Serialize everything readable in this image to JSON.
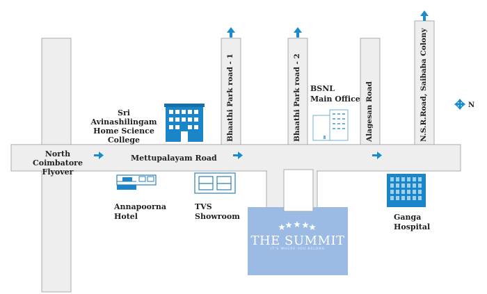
{
  "colors": {
    "road_fill": "#eeeeef",
    "road_edge": "#a9abae",
    "accent": "#1a8ccc",
    "venue": "#9cbbe4"
  },
  "roads": {
    "main_road": "Mettupalayam Road",
    "bhaathi_1": "Bhaathi Park road  - 1",
    "bhaathi_2": "Bhaathi Park road  - 2",
    "alagesan": "Alagesan Road",
    "nsr": "N.S.R.Road, Saibaba Colony"
  },
  "landmarks": {
    "flyover": "North Coimbatore\nFlyover",
    "college": "Sri Avinashilingam\nHome Science\nCollege",
    "bsnl": "BSNL\nMain Office",
    "annapoorna": "Annapoorna\nHotel",
    "tvs": "TVS\nShowroom",
    "ganga": "Ganga\nHospital"
  },
  "venue": {
    "name": "THE SUMMIT",
    "tagline": "IT'S WHERE YOU BELONG",
    "stars": 5
  },
  "compass": {
    "label": "N",
    "icon": "compass-icon"
  },
  "icons": [
    "direction-arrow-icon",
    "college-building-icon",
    "bsnl-building-icon",
    "hotel-building-icon",
    "showroom-building-icon",
    "hospital-building-icon",
    "north-arrow-icon"
  ]
}
